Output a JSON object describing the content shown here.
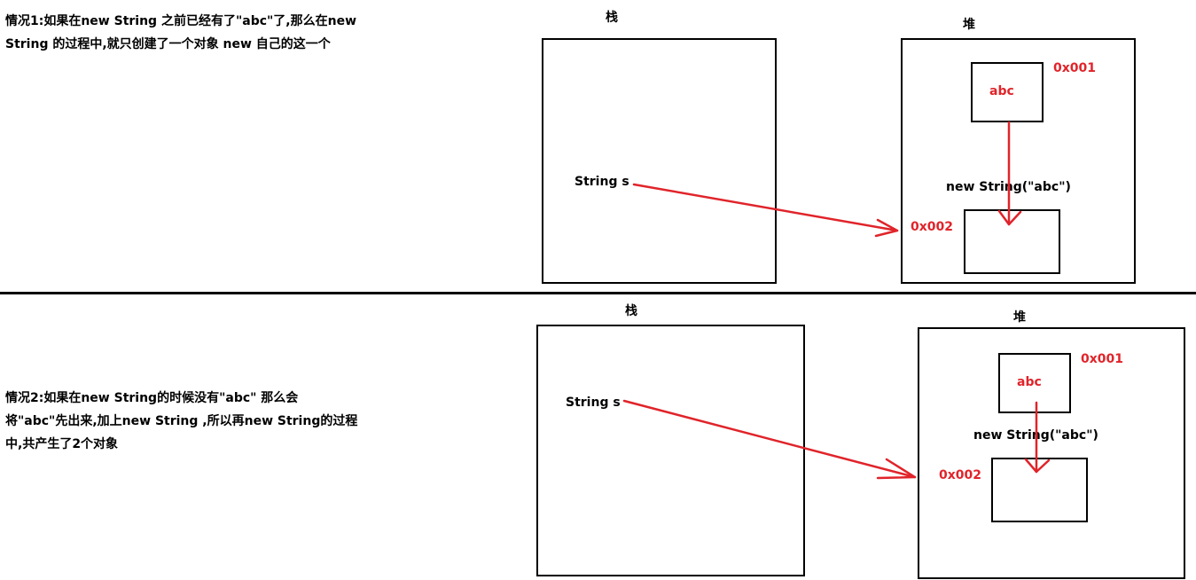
{
  "case1": {
    "description_lines": [
      "情况1:如果在new String 之前已经有了\"abc\"了,那么在new",
      "String 的过程中,就只创建了一个对象  new 自己的这一个"
    ],
    "stack_title": "栈",
    "heap_title": "堆",
    "stack_var": "String s",
    "literal": "abc",
    "literal_addr": "0x001",
    "new_obj": "new String(\"abc\")",
    "new_addr": "0x002"
  },
  "case2": {
    "description_lines": [
      "情况2:如果在new String的时候没有\"abc\"  那么会",
      "将\"abc\"先出来,加上new String ,所以再new String的过程",
      "中,共产生了2个对象"
    ],
    "stack_title": "栈",
    "heap_title": "堆",
    "stack_var": "String s",
    "literal": "abc",
    "literal_addr": "0x001",
    "new_obj": "new String(\"abc\")",
    "new_addr": "0x002"
  },
  "colors": {
    "arrow": "#e0242a",
    "address": "#e0242a",
    "outline": "#000000"
  }
}
